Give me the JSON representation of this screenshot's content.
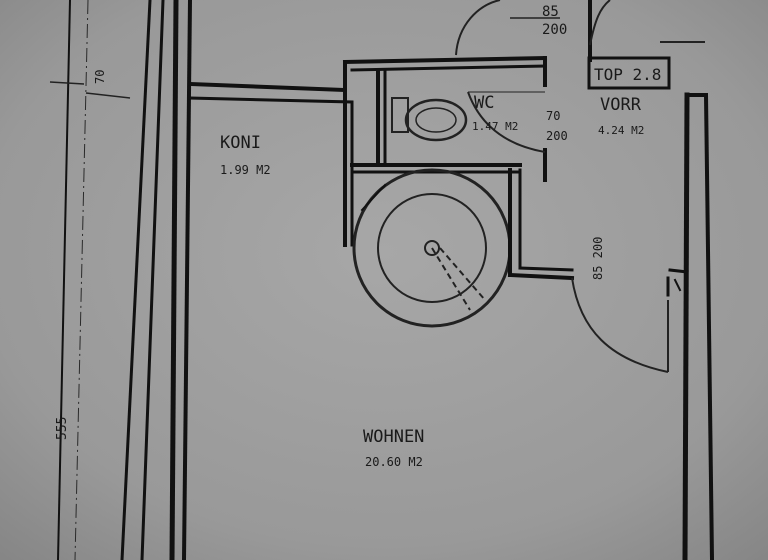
{
  "rooms": {
    "koni": {
      "name": "KONI",
      "area": "1.99 M2"
    },
    "wc": {
      "name": "WC",
      "area": "1.47 M2"
    },
    "vorr": {
      "name": "VORR",
      "area": "4.24 M2"
    },
    "wohnen": {
      "name": "WOHNEN",
      "area": "20.60 M2"
    }
  },
  "unit_tag": "TOP 2.8",
  "dimensions": {
    "top_door": {
      "width": "85",
      "height": "200"
    },
    "wc_door": {
      "width": "70",
      "height": "200"
    },
    "side_door": "85 200",
    "left_height": "70",
    "overall_height": "555"
  },
  "colors": {
    "paper": "#9b9b9b",
    "ink": "#111111"
  }
}
